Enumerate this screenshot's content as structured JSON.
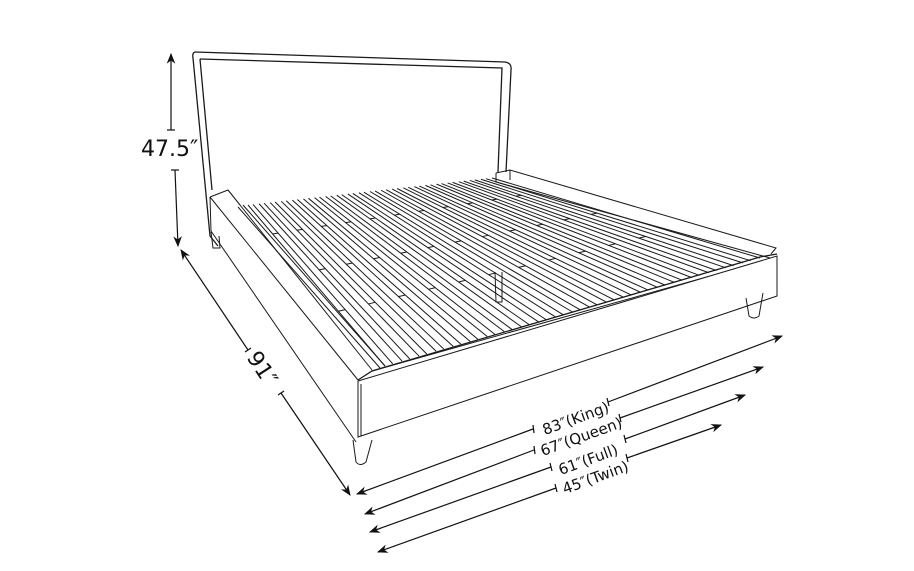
{
  "diagram": {
    "subject": "Platform bed frame with slatted base and headboard",
    "dimensions": {
      "height": {
        "label": "47.5″",
        "value": 47.5,
        "unit": "in",
        "description": "Headboard height"
      },
      "length": {
        "label": "91″",
        "value": 91,
        "unit": "in",
        "description": "Bed length"
      },
      "widths": [
        {
          "label": "83″(King)",
          "value": 83,
          "unit": "in",
          "size": "King"
        },
        {
          "label": "67″(Queen)",
          "value": 67,
          "unit": "in",
          "size": "Queen"
        },
        {
          "label": "61″(Full)",
          "value": 61,
          "unit": "in",
          "size": "Full"
        },
        {
          "label": "45″(Twin)",
          "value": 45,
          "unit": "in",
          "size": "Twin"
        }
      ]
    },
    "colors": {
      "line": "#1a1a1a",
      "background": "#ffffff"
    }
  }
}
